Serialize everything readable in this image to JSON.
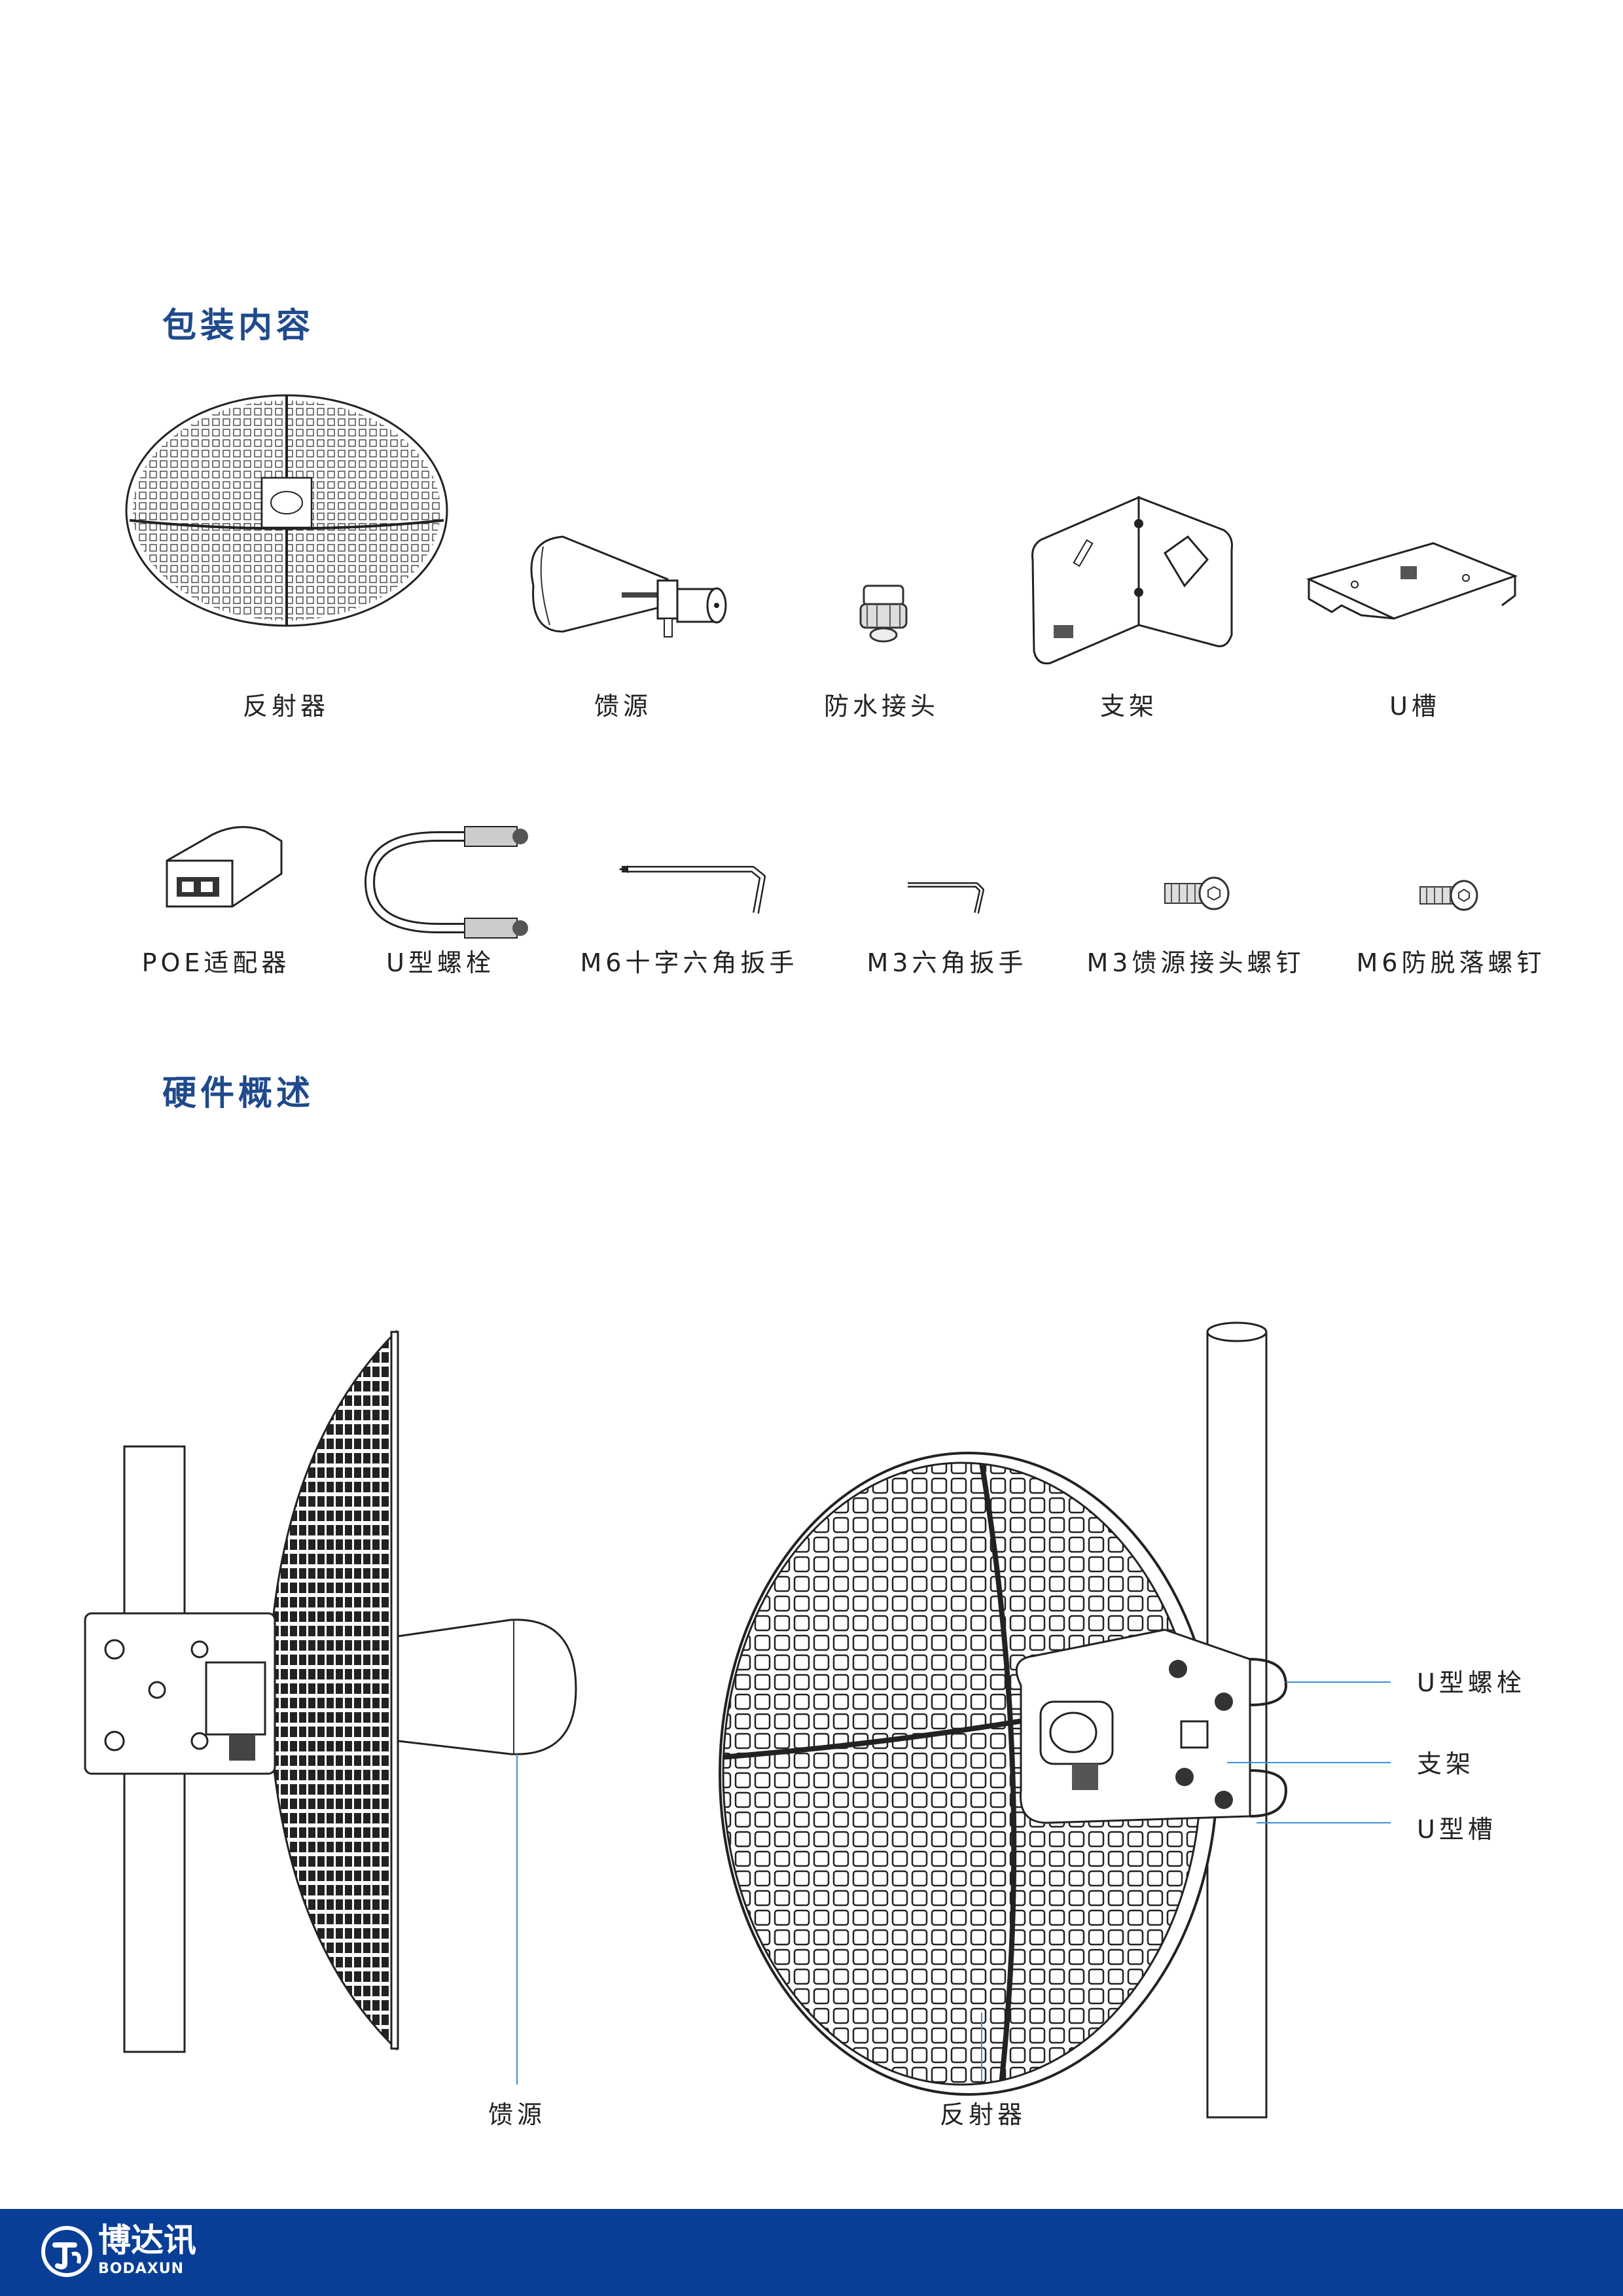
{
  "sections": {
    "package": "包装内容",
    "hardware": "硬件概述"
  },
  "package_items_row1": [
    "反射器",
    "馈源",
    "防水接头",
    "支架",
    "U槽"
  ],
  "package_items_row2": [
    "POE适配器",
    "U型螺栓",
    "M6十字六角扳手",
    "M3六角扳手",
    "M3馈源接头螺钉",
    "M6防脱落螺钉"
  ],
  "hardware_callouts": {
    "u_bolt": "U型螺栓",
    "bracket": "支架",
    "u_slot": "U型槽",
    "feed": "馈源",
    "reflector": "反射器"
  },
  "footer": {
    "brand": "博达讯",
    "brand_en": "BODAXUN"
  },
  "colors": {
    "title": "#1f4a8c",
    "footer": "#083e96",
    "callout_line": "#3a8fd6"
  }
}
